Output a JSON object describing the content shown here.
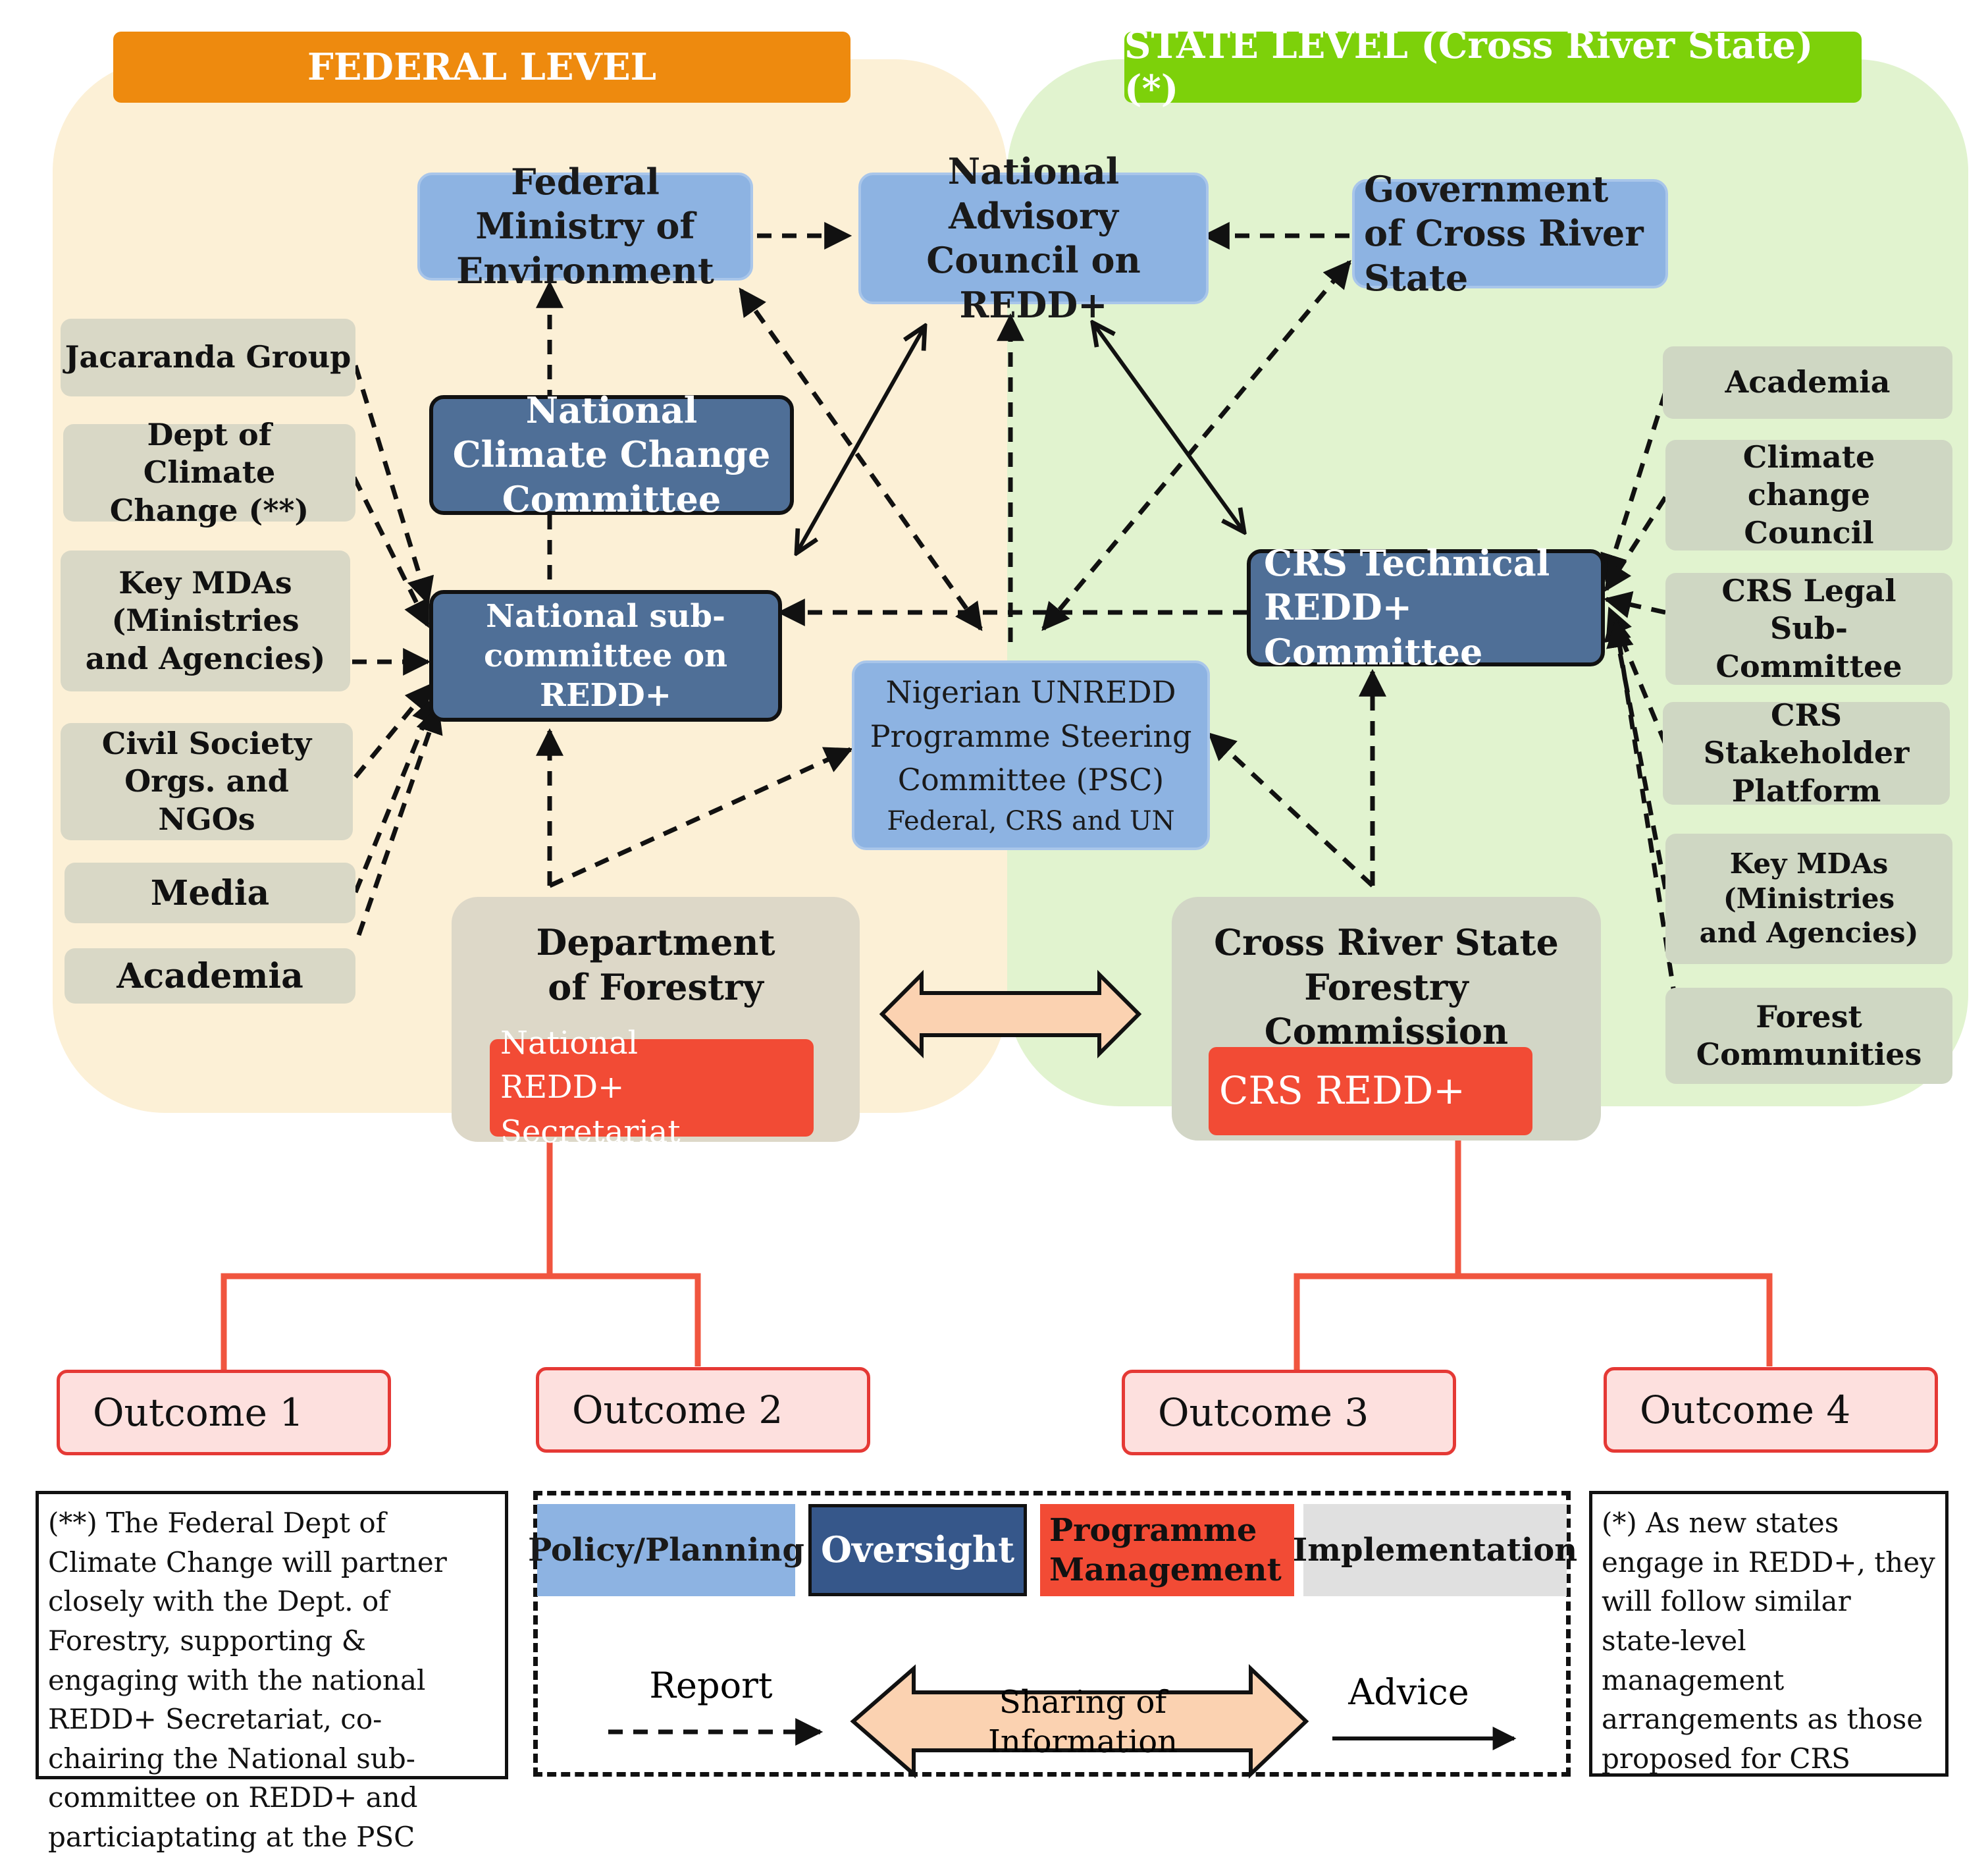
{
  "headers": {
    "federal": "FEDERAL LEVEL",
    "state": "STATE LEVEL (Cross River State) (*)"
  },
  "nodes": {
    "fed_ministry": "Federal Ministry of Environment",
    "nat_advisory": "National Advisory Council on REDD+",
    "gov_crs": "Government of Cross River State",
    "nat_climate": "National Climate Change Committee",
    "nat_subcommittee": "National sub-committee on REDD+",
    "crs_technical": "CRS Technical REDD+ Committee",
    "psc_title": "Nigerian UNREDD Programme Steering Committee (PSC)",
    "psc_sub": "Federal, CRS and UN",
    "dept_forestry": "Department of Forestry",
    "nat_secretariat": "National REDD+ Secretariat",
    "crs_forestry": "Cross River State Forestry Commission",
    "crs_redd": "CRS REDD+"
  },
  "left_stakeholders": [
    "Jacaranda Group",
    "Dept of Climate Change (**)",
    "Key MDAs (Ministries and Agencies)",
    "Civil Society Orgs. and NGOs",
    "Media",
    "Academia"
  ],
  "right_stakeholders": [
    "Academia",
    "Climate change Council",
    "CRS Legal Sub-Committee",
    "CRS Stakeholder Platform",
    "Key MDAs (Ministries and Agencies)",
    "Forest Communities"
  ],
  "outcomes": [
    "Outcome 1",
    "Outcome 2",
    "Outcome 3",
    "Outcome 4"
  ],
  "notes": {
    "left": "(**) The Federal Dept of Climate Change will partner closely with the Dept. of Forestry, supporting & engaging with the national REDD+ Secretariat, co-chairing the National sub-committee on REDD+ and particiaptating at the PSC",
    "right": "(*) As new states engage in REDD+, they will follow similar state-level management arrangements as those proposed for CRS"
  },
  "legend": {
    "policy": "Policy/Planning",
    "oversight": "Oversight",
    "programme": "Programme Management",
    "implementation": "Implementation",
    "report": "Report",
    "sharing": "Sharing of Information",
    "advice": "Advice"
  },
  "colors": {
    "federal_header": "#ee8a0e",
    "state_header": "#7dd10a",
    "federal_bg": "#fcf0d6",
    "state_bg": "#e1f3cf",
    "policy": "#8db3e2",
    "oversight": "#4f6f97",
    "programme": "#f24b35",
    "implementation": "#e0e0e0"
  }
}
